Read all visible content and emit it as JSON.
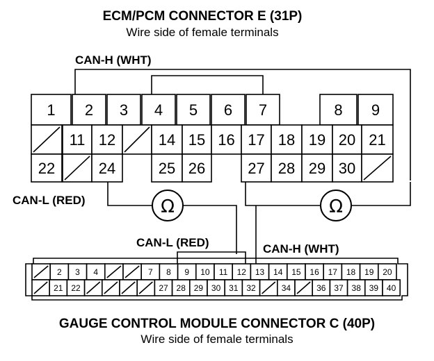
{
  "ecm_connector": {
    "title": "ECM/PCM CONNECTOR E (31P)",
    "subtitle": "Wire side of female terminals",
    "rows": [
      [
        "1",
        "2",
        "3",
        "4",
        "5",
        "6",
        "7",
        "8",
        "9"
      ],
      [
        "/",
        "11",
        "12",
        "/",
        "14",
        "15",
        "16",
        "17",
        "18",
        "19",
        "20",
        "21"
      ],
      [
        "22",
        "/",
        "24",
        "25",
        "26",
        "27",
        "28",
        "29",
        "30",
        "/"
      ]
    ]
  },
  "gauge_connector": {
    "title": "GAUGE CONTROL MODULE CONNECTOR C (40P)",
    "subtitle": "Wire side of female terminals",
    "rows": [
      [
        "/",
        "2",
        "3",
        "4",
        "/",
        "/",
        "7",
        "8",
        "9",
        "10",
        "11",
        "12",
        "13",
        "14",
        "15",
        "16",
        "17",
        "18",
        "19",
        "20"
      ],
      [
        "/",
        "21",
        "22",
        "/",
        "/",
        "/",
        "/",
        "27",
        "28",
        "29",
        "30",
        "31",
        "32",
        "/",
        "34",
        "/",
        "36",
        "37",
        "38",
        "39",
        "40"
      ]
    ]
  },
  "wire_labels": {
    "can_h_top": "CAN-H (WHT)",
    "can_l_left": "CAN-L (RED)",
    "can_l_bottom": "CAN-L (RED)",
    "can_h_bottom": "CAN-H (WHT)"
  },
  "meters": {
    "left_symbol": "Ω",
    "right_symbol": "Ω"
  }
}
